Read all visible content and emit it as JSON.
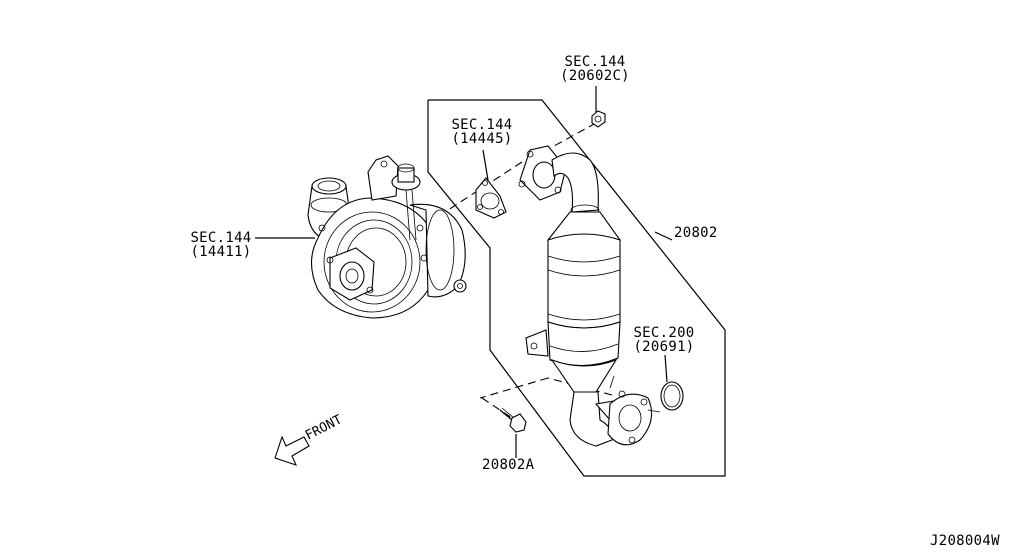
{
  "callouts": {
    "turbo": {
      "line1": "SEC.144",
      "line2": "(14411)"
    },
    "gasket": {
      "line1": "SEC.144",
      "line2": "(14445)"
    },
    "nut": {
      "line1": "SEC.144",
      "line2": "(20602C)"
    },
    "oring": {
      "line1": "SEC.200",
      "line2": "(20691)"
    },
    "converter": {
      "text": "20802"
    },
    "bolt": {
      "text": "20802A"
    }
  },
  "front_label": "FRONT",
  "diagram_code": "J208004W",
  "colors": {
    "line": "#000000",
    "background": "#ffffff"
  }
}
